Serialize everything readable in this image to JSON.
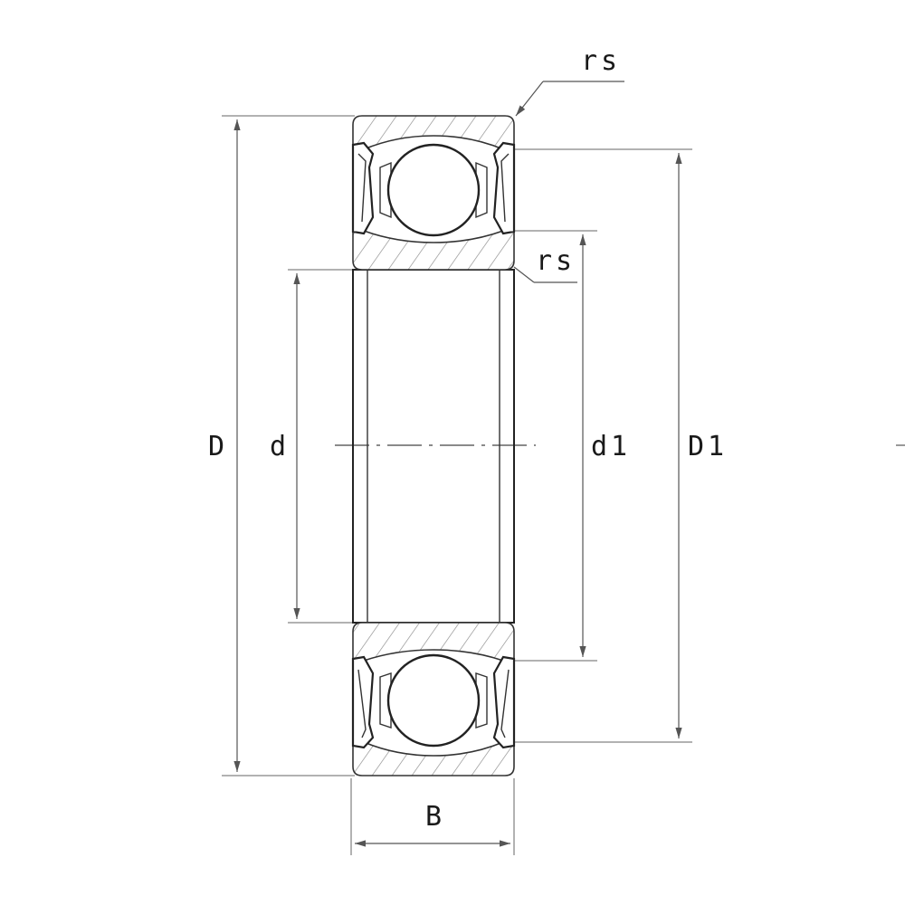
{
  "labels": {
    "outer_diameter": "D",
    "bore": "d",
    "inner_ring_diameter": "d1",
    "outer_ring_diameter": "D1",
    "width": "B",
    "chamfer_outer": "rs",
    "chamfer_inner": "rs"
  },
  "colors": {
    "line": "#222222",
    "hatch": "#8a8a8a",
    "background": "#ffffff"
  }
}
